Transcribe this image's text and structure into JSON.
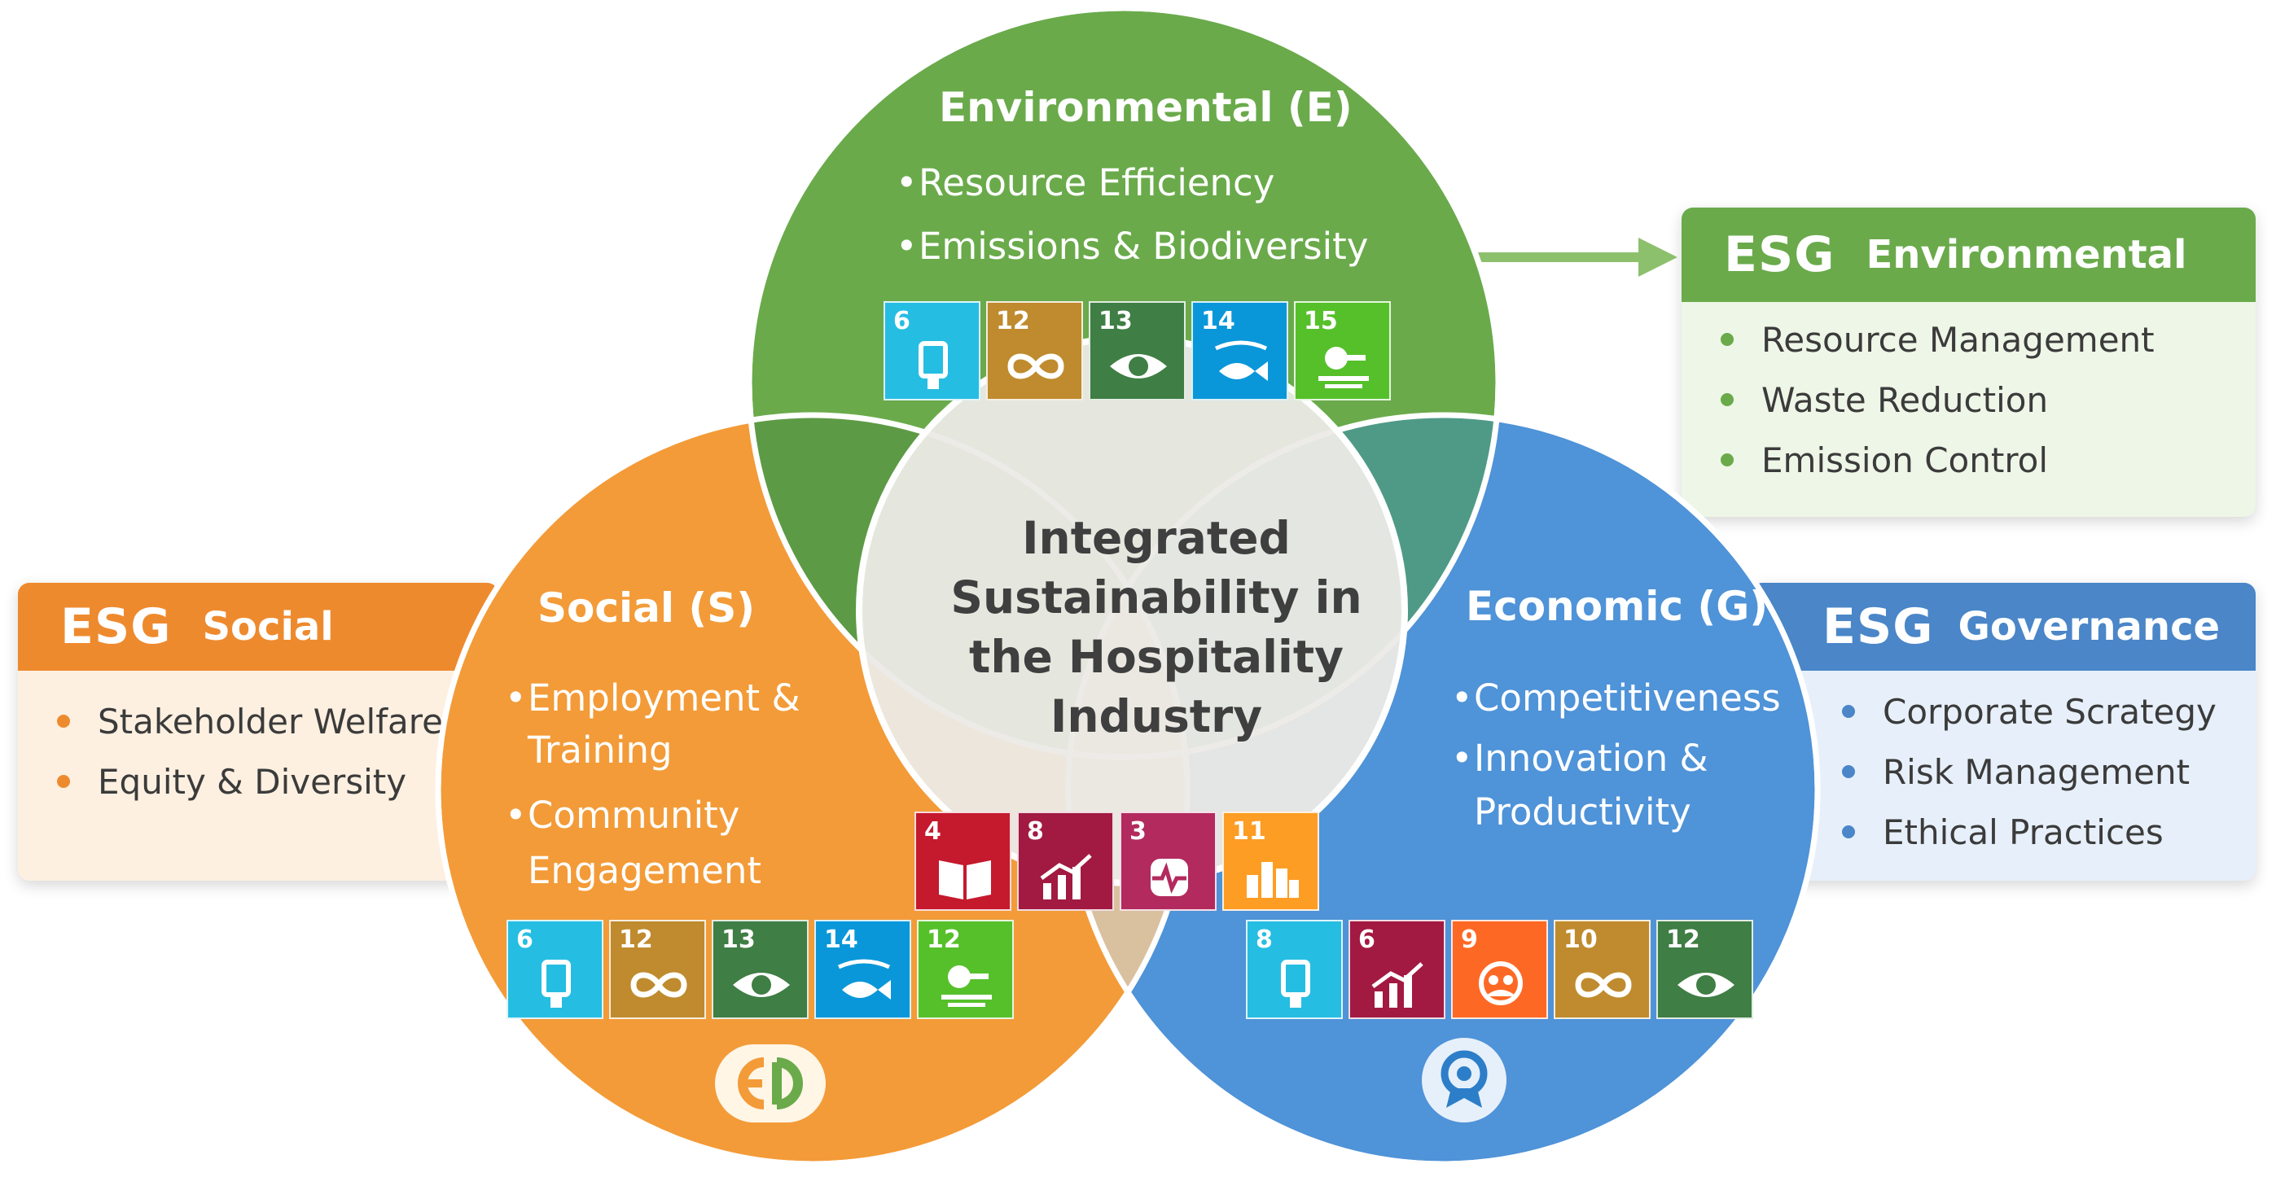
{
  "diagram": {
    "center_lines": [
      "Integrated",
      "Sustainability in",
      "the Hospitality",
      "Industry"
    ],
    "environmental": {
      "title": "Environmental (E)",
      "items": [
        "Resource Efficiency",
        "Emissions & Biodiversity"
      ],
      "color": "#6aaa4b"
    },
    "social": {
      "title": "Social (S)",
      "items": [
        "Employment &",
        "Training",
        "Community",
        "Engagement"
      ],
      "color": "#f39b38"
    },
    "economic": {
      "title": "Economic (G)",
      "items": [
        "Competitiveness",
        "Innovation &",
        "Productivity"
      ],
      "color": "#4f93d8"
    },
    "sdg_env": [
      {
        "num": "6",
        "color": "#26bde2",
        "icon": "water-tap-icon"
      },
      {
        "num": "12",
        "color": "#bf8b2e",
        "icon": "infinity-loop-icon"
      },
      {
        "num": "13",
        "color": "#3f7e44",
        "icon": "eye-globe-icon"
      },
      {
        "num": "14",
        "color": "#0a97d9",
        "icon": "fish-icon"
      },
      {
        "num": "15",
        "color": "#56c02b",
        "icon": "plug-icon"
      }
    ],
    "sdg_center": [
      {
        "num": "4",
        "color": "#c5192d",
        "icon": "book-icon"
      },
      {
        "num": "8",
        "color": "#a21942",
        "icon": "growth-chart-icon"
      },
      {
        "num": "3",
        "color": "#b22a5e",
        "icon": "heartbeat-icon"
      },
      {
        "num": "11",
        "color": "#fd9d24",
        "icon": "city-icon"
      }
    ],
    "sdg_social": [
      {
        "num": "6",
        "color": "#26bde2",
        "icon": "water-tap-icon"
      },
      {
        "num": "12",
        "color": "#bf8b2e",
        "icon": "infinity-loop-icon"
      },
      {
        "num": "13",
        "color": "#3f7e44",
        "icon": "eye-globe-icon"
      },
      {
        "num": "14",
        "color": "#0a97d9",
        "icon": "fish-icon"
      },
      {
        "num": "12",
        "color": "#56c02b",
        "icon": "plug-icon"
      }
    ],
    "sdg_econ": [
      {
        "num": "8",
        "color": "#26bde2",
        "icon": "water-tap-icon"
      },
      {
        "num": "6",
        "color": "#a21942",
        "icon": "growth-chart-icon"
      },
      {
        "num": "9",
        "color": "#fd6925",
        "icon": "people-icon"
      },
      {
        "num": "10",
        "color": "#bf8b2e",
        "icon": "infinity-loop-icon"
      },
      {
        "num": "12",
        "color": "#3f7e44",
        "icon": "eye-globe-icon"
      }
    ]
  },
  "cards": {
    "environmental": {
      "tag": "ESG",
      "name": "Environmental",
      "items": [
        "Resource Management",
        "Waste Reduction",
        "Emission Control"
      ],
      "color": "#6aaa4b"
    },
    "social": {
      "tag": "ESG",
      "name": "Social",
      "items": [
        "Stakeholder Welfare",
        "Equity & Diversity"
      ],
      "color": "#ee8a2e"
    },
    "governance": {
      "tag": "ESG",
      "name": "Governance",
      "items": [
        "Corporate Scrategy",
        "Risk Management",
        "Ethical Practices"
      ],
      "color": "#4a86c8"
    }
  },
  "icons": {
    "social_logo": "ep-logo-icon",
    "econ_logo": "award-badge-icon"
  }
}
